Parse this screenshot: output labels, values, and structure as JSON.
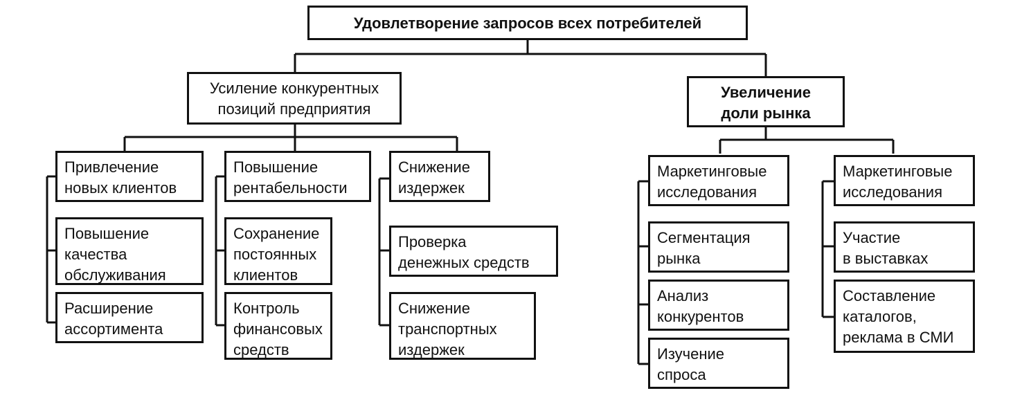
{
  "root": {
    "label": "Удовлетворение запросов всех потребителей"
  },
  "left_branch": {
    "title": [
      "Усиление конкурентных",
      "позиций предприятия"
    ],
    "col1": [
      [
        "Привлечение",
        "новых клиентов"
      ],
      [
        "Повышение",
        "качества",
        "обслуживания"
      ],
      [
        "Расширение",
        "ассортимента"
      ]
    ],
    "col2": [
      [
        "Повышение",
        "рентабельности"
      ],
      [
        "Сохранение",
        "постоянных",
        "клиентов"
      ],
      [
        "Контроль",
        "финансовых",
        "средств"
      ]
    ],
    "col3": [
      [
        "Снижение",
        "издержек"
      ],
      [
        "Проверка",
        "денежных средств"
      ],
      [
        "Снижение",
        "транспортных",
        "издержек"
      ]
    ]
  },
  "right_branch": {
    "title": [
      "Увеличение",
      "доли рынка"
    ],
    "col4": [
      [
        "Маркетинговые",
        "исследования"
      ],
      [
        "Сегментация",
        "рынка"
      ],
      [
        "Анализ",
        "конкурентов"
      ],
      [
        "Изучение",
        "спроса"
      ]
    ],
    "col5": [
      [
        "Маркетинговые",
        "исследования"
      ],
      [
        "Участие",
        "в выставках"
      ],
      [
        "Составление",
        "каталогов,",
        "реклама в СМИ"
      ]
    ]
  }
}
